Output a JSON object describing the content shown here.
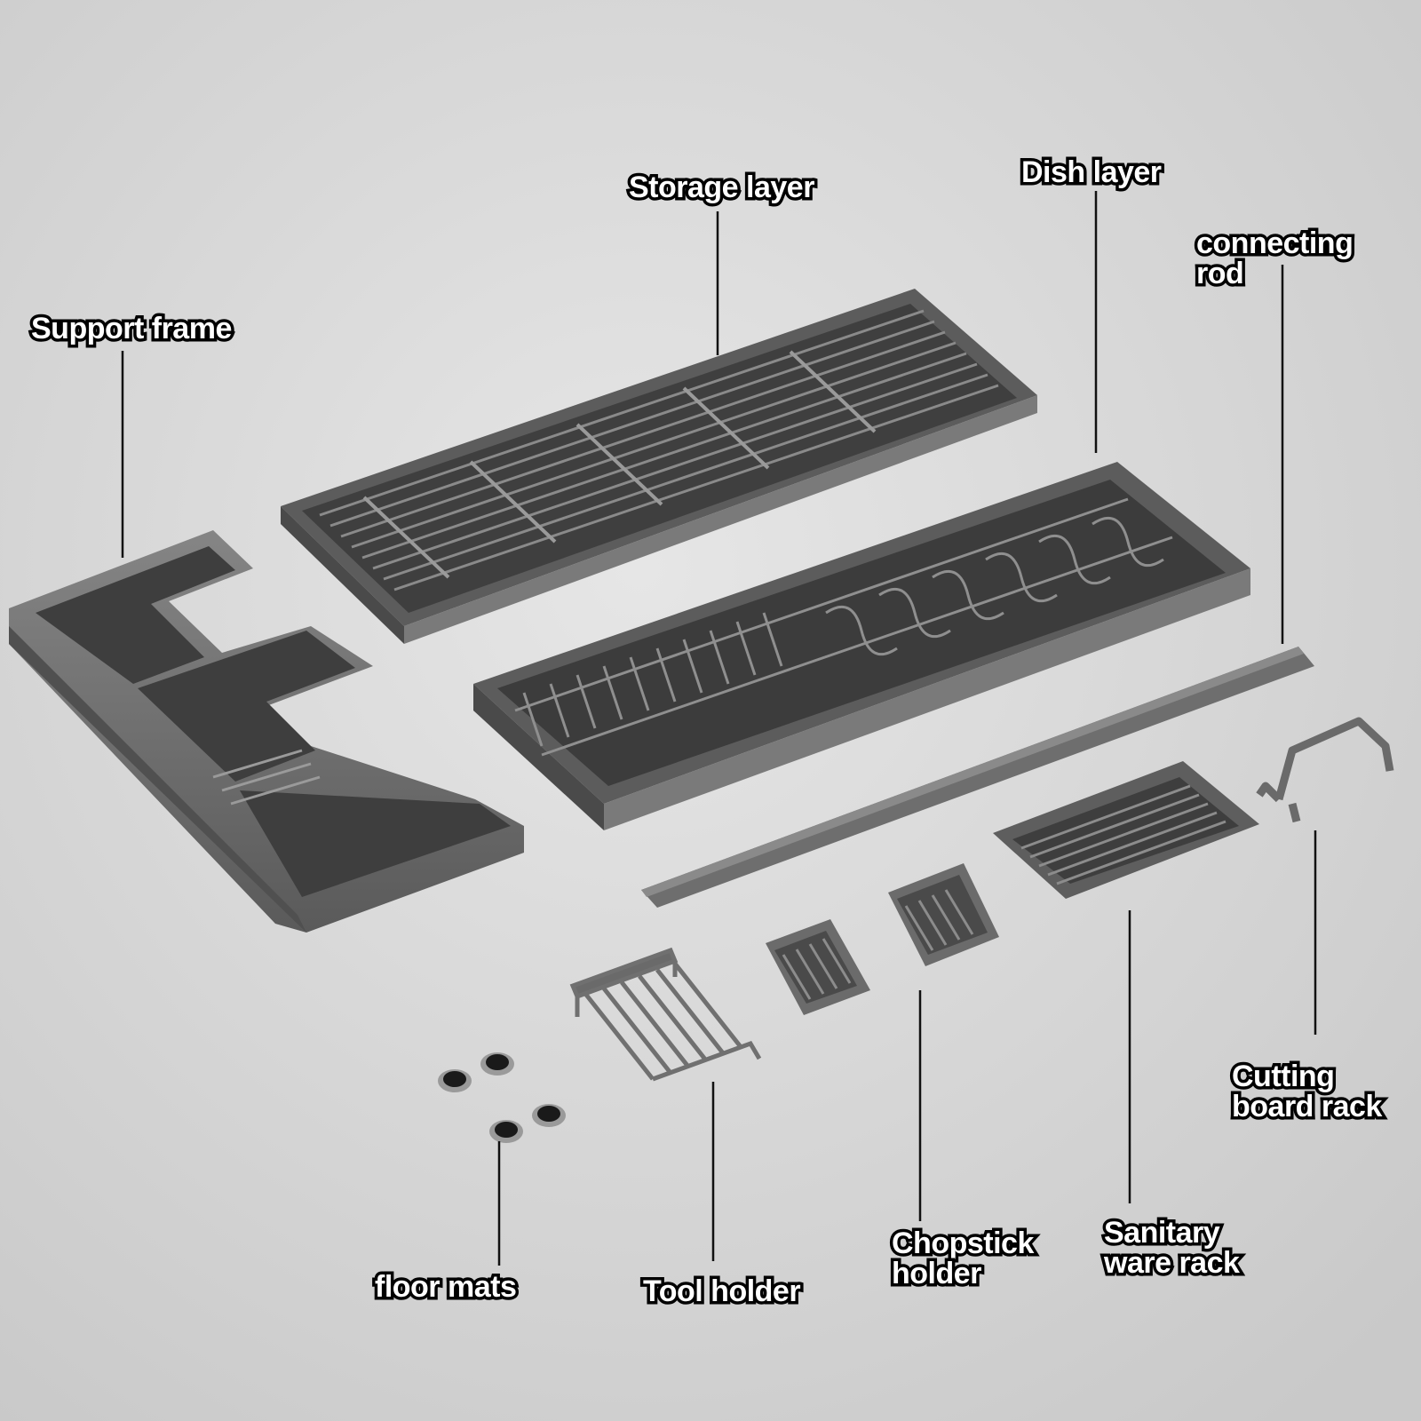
{
  "labels": {
    "support_frame": [
      "Support frame"
    ],
    "storage_layer": [
      "Storage layer"
    ],
    "dish_layer": [
      "Dish layer"
    ],
    "connecting_rod": [
      "connecting",
      "rod"
    ],
    "floor_mats": [
      "floor mats"
    ],
    "tool_holder": [
      "Tool holder"
    ],
    "chopstick_holder": [
      "Chopstick",
      "holder"
    ],
    "sanitary_ware_rack": [
      "Sanitary",
      "ware rack"
    ],
    "cutting_board_rack": [
      "Cutting",
      "board rack"
    ]
  },
  "colors": {
    "background": "#d9d9d9",
    "part_fill": "#6b6b6b",
    "part_dark": "#4a4a4a",
    "part_light": "#8e8e8e",
    "leader_line": "#111111",
    "label_fill": "#ffffff",
    "label_stroke": "#000000"
  }
}
